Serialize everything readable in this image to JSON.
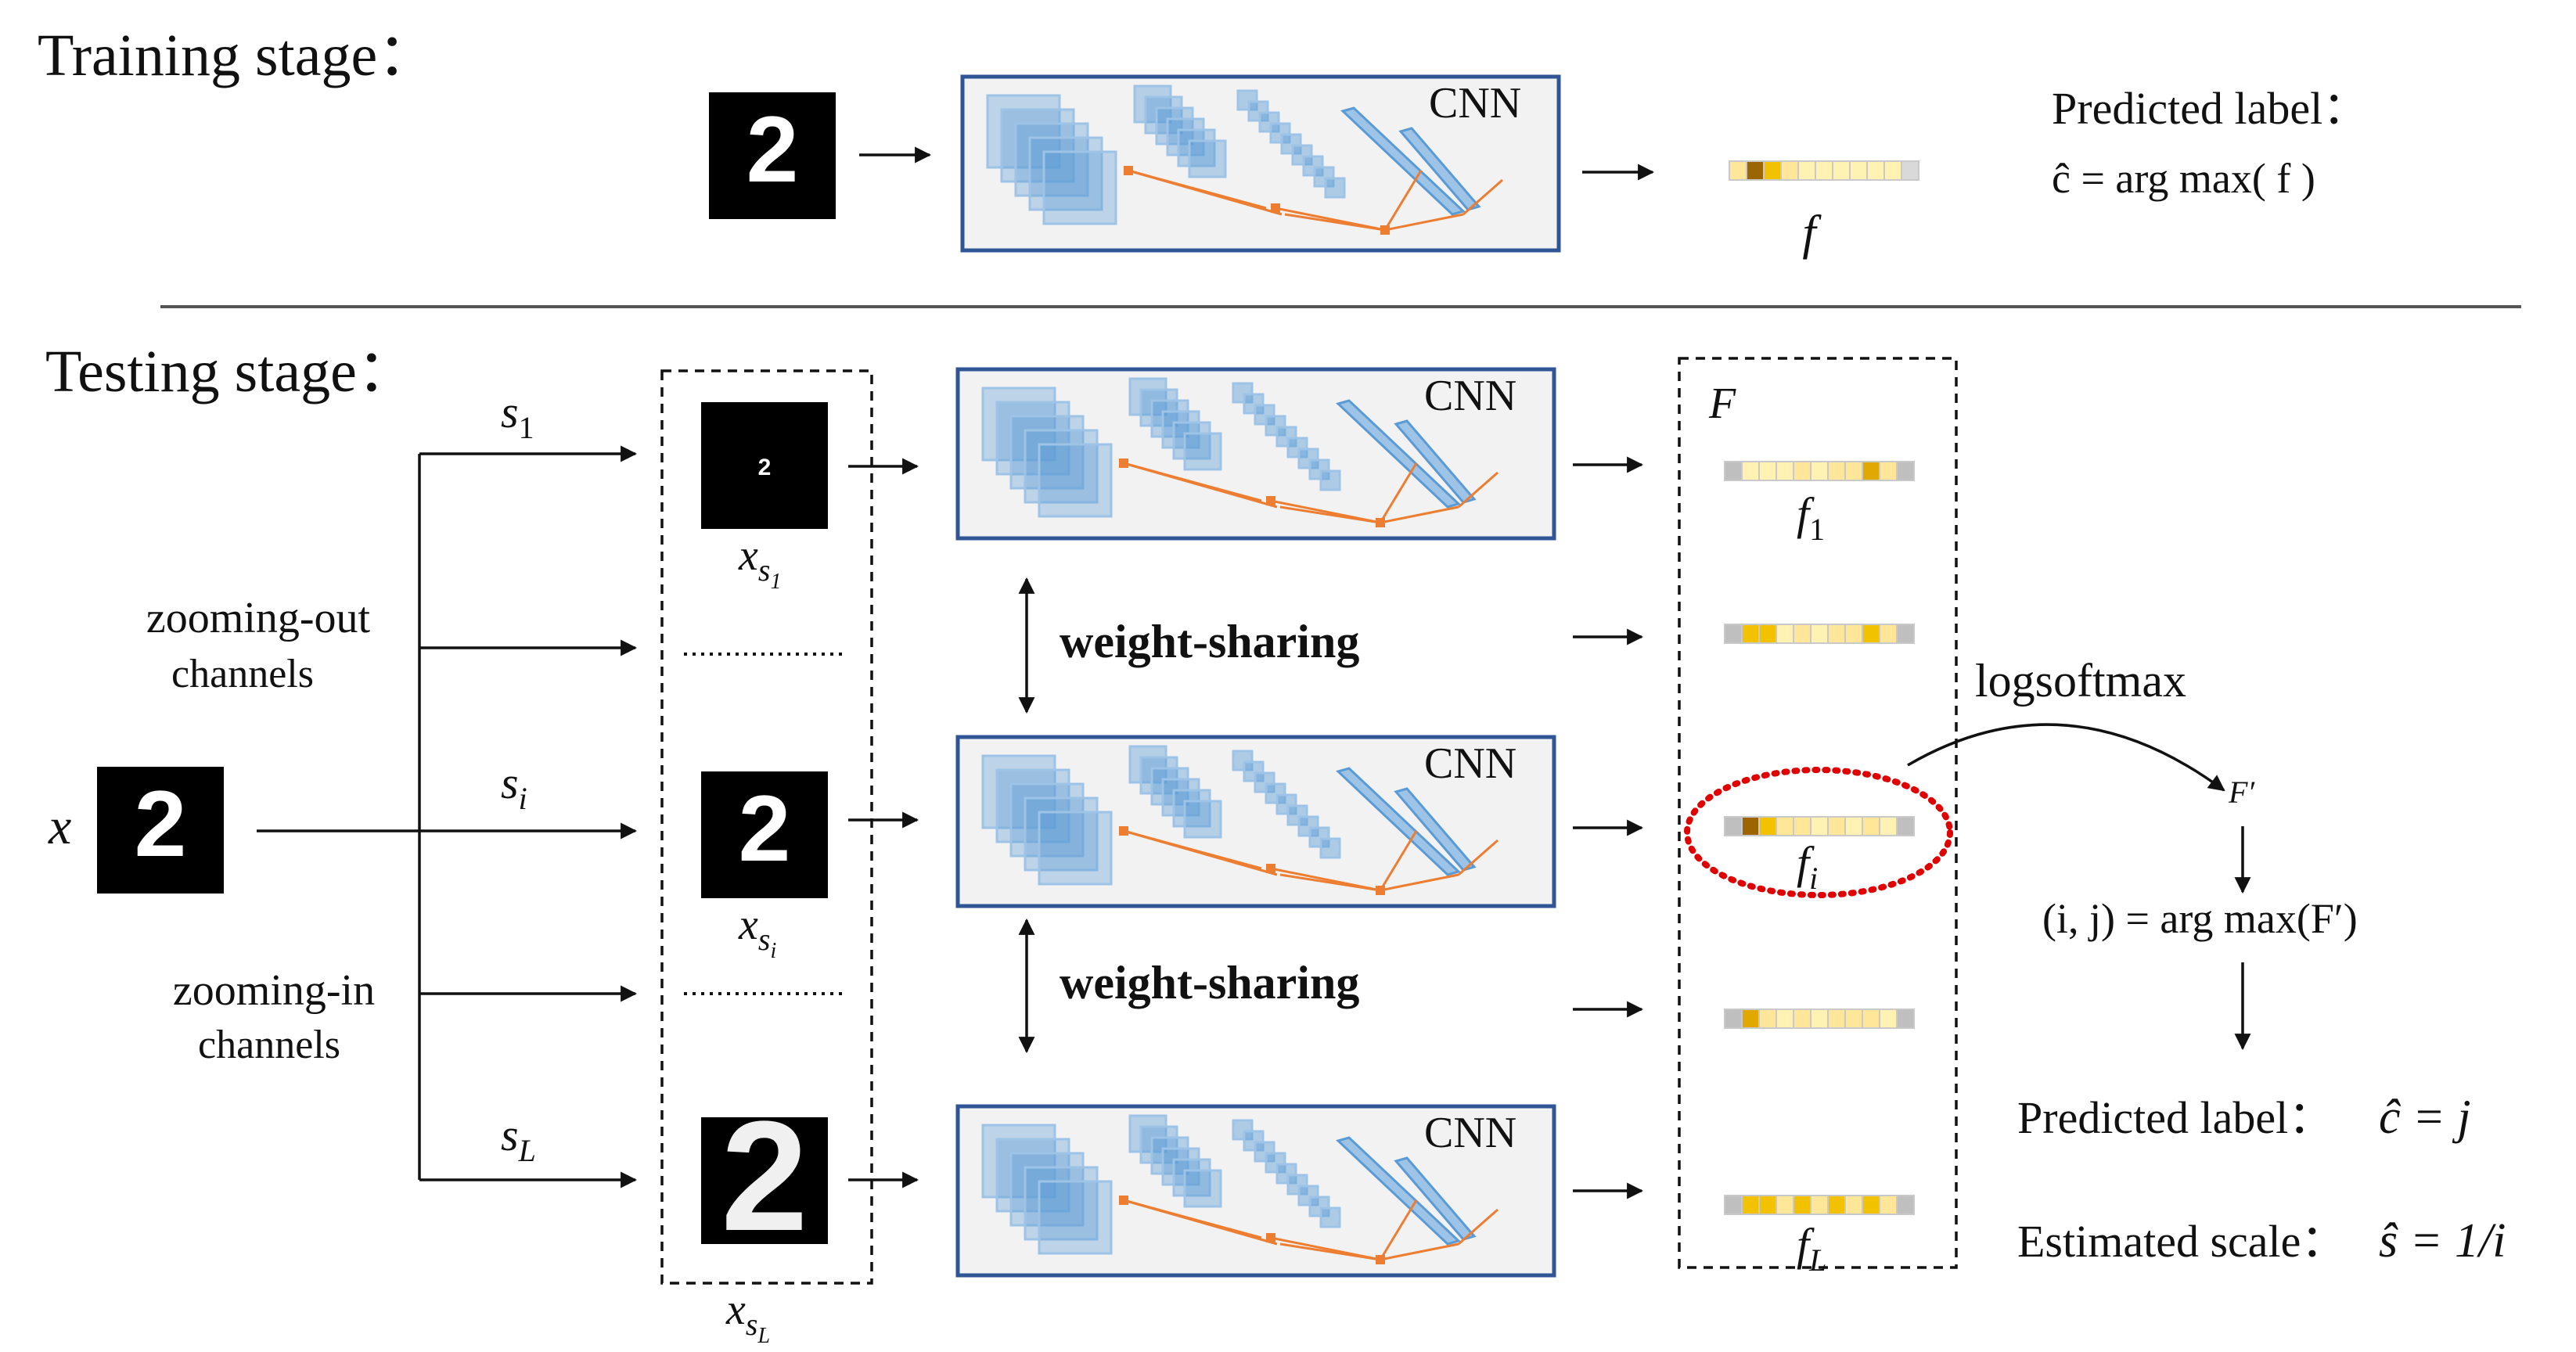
{
  "training": {
    "stage_label": "Training stage：",
    "cnn_label": "CNN",
    "feature_label": "f",
    "predicted_title": "Predicted label：",
    "predicted_formula": "ĉ = arg max( f )",
    "digit": "2"
  },
  "testing": {
    "stage_label": "Testing stage：",
    "input_label": "x",
    "digit": "2",
    "zoom_out_label_line1": "zooming-out",
    "zoom_out_label_line2": "channels",
    "zoom_in_label_line1": "zooming-in",
    "zoom_in_label_line2": "channels",
    "scales": {
      "s1": {
        "base": "s",
        "sub": "1"
      },
      "si": {
        "base": "s",
        "sub": "i"
      },
      "sL": {
        "base": "s",
        "sub": "L"
      }
    },
    "scaled_inputs": {
      "x1": {
        "base": "x",
        "sub": "s",
        "subsub": "1"
      },
      "xi": {
        "base": "x",
        "sub": "s",
        "subsub": "i"
      },
      "xL": {
        "base": "x",
        "sub": "s",
        "subsub": "L"
      }
    },
    "cnn_label": "CNN",
    "weight_sharing_label": "weight-sharing",
    "feature_set_label": "F",
    "features": {
      "f1": {
        "base": "f",
        "sub": "1"
      },
      "fi": {
        "base": "f",
        "sub": "i"
      },
      "fL": {
        "base": "f",
        "sub": "L"
      }
    },
    "logsoftmax_label": "logsoftmax",
    "f_prime_label": "F′",
    "argmax_formula": "(i, j) = arg max(F′)",
    "predicted_label_title": "Predicted label：",
    "predicted_label_formula": "ĉ = j",
    "estimated_scale_title": "Estimated scale：",
    "estimated_scale_formula": "ŝ = 1/i"
  },
  "colors": {
    "cnn_border": "#2f5597",
    "cnn_background": "#f2f2f2",
    "conv_layer_blue": "#5b9bd5",
    "connection_orange": "#ed7d31",
    "highlight_red": "#e00000",
    "feature_gold": "#f2c200",
    "feature_pale": "#fff2b3",
    "feature_dark": "#9c6500",
    "feature_gray": "#bfbfbf"
  },
  "feature_vectors": {
    "train": [
      "#ffe699",
      "#9c6500",
      "#f2c200",
      "#ffe699",
      "#fff2b3",
      "#fff2b3",
      "#fff2b3",
      "#fff2b3",
      "#fff2b3",
      "#fff2b3",
      "#d9d9d9"
    ],
    "f1": [
      "#bfbfbf",
      "#fff2b3",
      "#fff2b3",
      "#fff2b3",
      "#ffe699",
      "#fff2b3",
      "#ffe699",
      "#ffe699",
      "#e0a800",
      "#ffe699",
      "#bfbfbf"
    ],
    "f2": [
      "#bfbfbf",
      "#f2c200",
      "#f2c200",
      "#fff2b3",
      "#ffe699",
      "#fff2b3",
      "#ffe699",
      "#ffe699",
      "#f2c200",
      "#ffe699",
      "#bfbfbf"
    ],
    "fi": [
      "#bfbfbf",
      "#9c6500",
      "#f2c200",
      "#ffe699",
      "#ffe699",
      "#fff2b3",
      "#ffe699",
      "#fff2b3",
      "#ffe699",
      "#fff2b3",
      "#bfbfbf"
    ],
    "f4": [
      "#bfbfbf",
      "#e0a800",
      "#ffe699",
      "#fff2b3",
      "#ffe699",
      "#fff2b3",
      "#ffe699",
      "#ffe699",
      "#ffe699",
      "#fff2b3",
      "#bfbfbf"
    ],
    "fL": [
      "#bfbfbf",
      "#f2c200",
      "#f2c200",
      "#ffe699",
      "#f2c200",
      "#ffe699",
      "#f2c200",
      "#ffe699",
      "#f2c200",
      "#ffe699",
      "#bfbfbf"
    ]
  }
}
